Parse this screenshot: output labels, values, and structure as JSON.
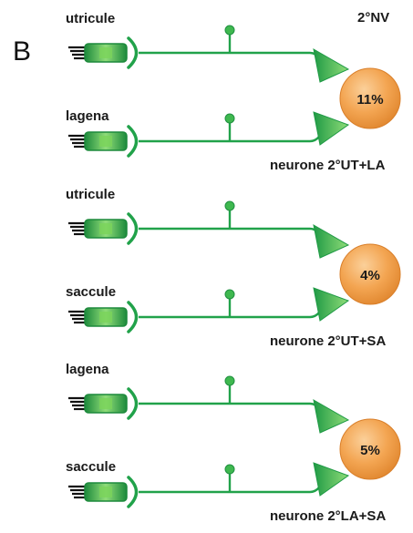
{
  "panel_letter": "B",
  "header_label": "2°NV",
  "colors": {
    "fiber": "#21a24a",
    "dot": "#3fb84f",
    "neuron_fill": "#f0a04a",
    "neuron_edge": "#d97f2a",
    "organ_dark": "#1d8a3c",
    "organ_light": "#7ad35a"
  },
  "groups": [
    {
      "top_input": "utricule",
      "bottom_input": "lagena",
      "percent": "11%",
      "neuron_label": "neurone 2°UT+LA"
    },
    {
      "top_input": "utricule",
      "bottom_input": "saccule",
      "percent": "4%",
      "neuron_label": "neurone 2°UT+SA"
    },
    {
      "top_input": "lagena",
      "bottom_input": "saccule",
      "percent": "5%",
      "neuron_label": "neurone 2°LA+SA"
    }
  ]
}
